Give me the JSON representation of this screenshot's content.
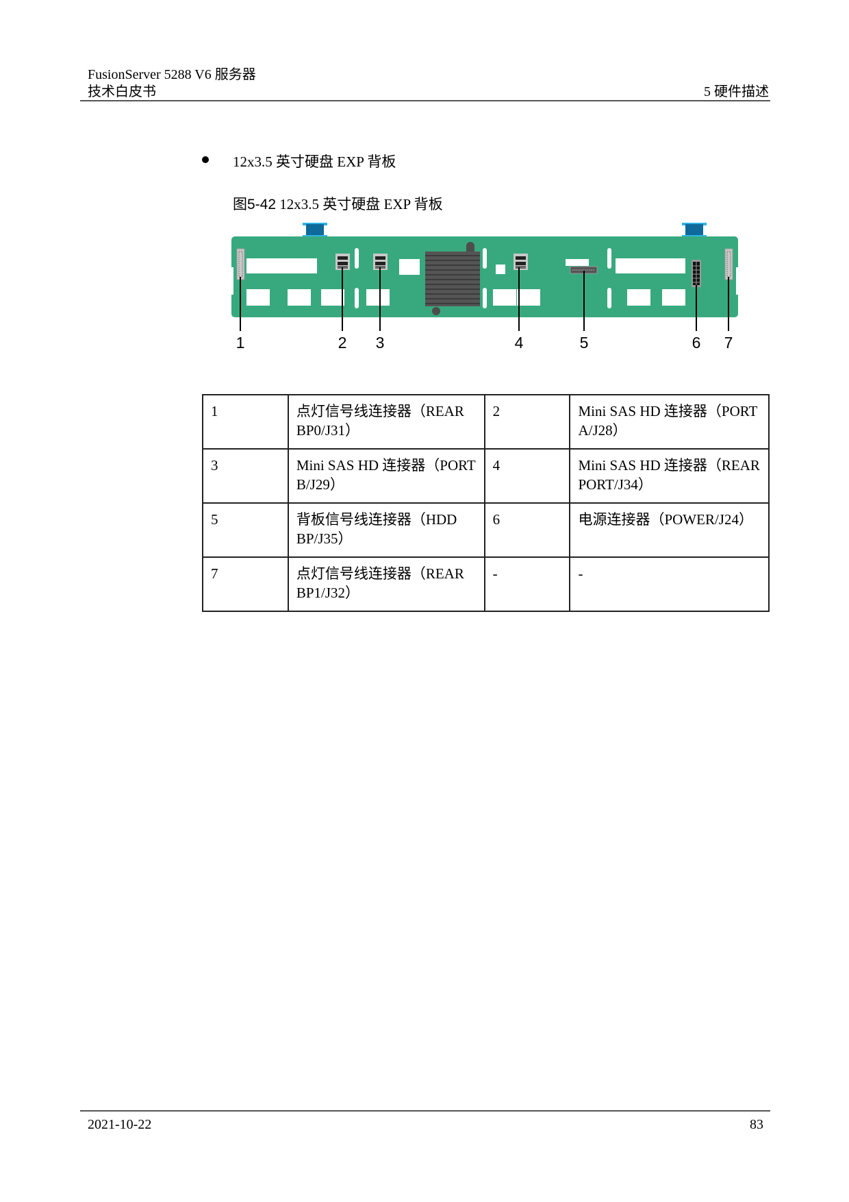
{
  "header": {
    "product": "FusionServer 5288 V6  服务器",
    "doc_type": "技术白皮书",
    "chapter": "5  硬件描述"
  },
  "body": {
    "bullet_item": "12x3.5 英寸硬盘 EXP 背板",
    "figure_caption_prefix": "图5-42",
    "figure_caption_title": " 12x3.5 英寸硬盘 EXP 背板"
  },
  "figure": {
    "board_color": "#38a97e",
    "latch_color": "#0a7fbd",
    "heatsink_color": "#4d4d4d",
    "callouts": [
      "1",
      "2",
      "3",
      "4",
      "5",
      "6",
      "7"
    ]
  },
  "table": {
    "rows": [
      [
        {
          "num": "1",
          "desc": "点灯信号线连接器（REAR BP0/J31）"
        },
        {
          "num": "2",
          "desc": "Mini SAS HD 连接器（PORT A/J28）"
        }
      ],
      [
        {
          "num": "3",
          "desc": "Mini SAS HD 连接器（PORT B/J29）"
        },
        {
          "num": "4",
          "desc": "Mini SAS HD 连接器（REAR PORT/J34）"
        }
      ],
      [
        {
          "num": "5",
          "desc": "背板信号线连接器（HDD BP/J35）"
        },
        {
          "num": "6",
          "desc": "电源连接器（POWER/J24）"
        }
      ],
      [
        {
          "num": "7",
          "desc": "点灯信号线连接器（REAR BP1/J32）"
        },
        {
          "num": "-",
          "desc": "-"
        }
      ]
    ]
  },
  "footer": {
    "date": "2021-10-22",
    "page_number": "83"
  }
}
